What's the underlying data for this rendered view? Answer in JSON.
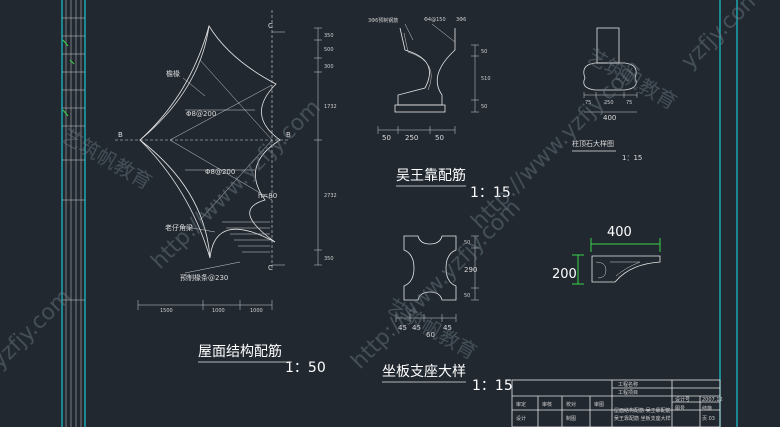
{
  "roof_plan": {
    "title": "屋面结构配筋",
    "scale": "1：50",
    "labels": {
      "gouzhu": "檐椽",
      "lao_zi": "老仔角梁",
      "yushi": "预制椽条@230",
      "rebar1": "Φ8@200",
      "rebar2": "Φ8@200",
      "thickness": "h=80",
      "c_top": "C",
      "c_bot": "C",
      "b_left": "B",
      "b_right": "B"
    },
    "dims_bottom": [
      "1500",
      "1000",
      "1000"
    ],
    "dims_right": [
      "350",
      "500",
      "300",
      "1732",
      "2732",
      "350"
    ]
  },
  "wuwang": {
    "title": "吴王靠配筋",
    "scale": "1：15",
    "labels": {
      "a": "3Φ6预制钢筋",
      "b": "Φ4@150",
      "c": "3Φ6"
    },
    "dims_bottom": [
      "50",
      "250",
      "50"
    ],
    "dims_right": [
      "50",
      "510",
      "50"
    ]
  },
  "plinth": {
    "title": "柱顶石大样图",
    "scale": "1：15",
    "dims_bottom": [
      "75",
      "250",
      "75",
      "400"
    ]
  },
  "seat_support": {
    "title": "坐板支座大样",
    "scale": "1：15",
    "dims_right": [
      "50",
      "290",
      "50"
    ],
    "dims_bottom": [
      "45",
      "45",
      "60",
      "45"
    ]
  },
  "dims_green": {
    "width": "400",
    "height": "200"
  },
  "title_block": {
    "project": "工程名称",
    "item": "工程项目",
    "drawing": "屋面结构配筋 吴王靠配筋",
    "drawing2": "吴王靠配筋 坐板支座大样",
    "design_no": "设计号",
    "date": "2007.12",
    "drawing_no": "图号",
    "sheet": "结施",
    "page": "页 03",
    "checker": "审核",
    "designer": "设计",
    "drafter": "制图",
    "reviewer": "校对",
    "approver": "审定",
    "reviewer2": "审图"
  },
  "watermark": {
    "url1": "http://www.yzfjy.com",
    "url2": "http://www.yzfjy.com",
    "url3": "http://www.yzfjy.com",
    "url4": "yzfjy.com",
    "url5": "yzfjy.com",
    "brand1": "艺筑帆教育",
    "brand2": "艺筑帆教育",
    "brand3": "艺筑帆教育"
  },
  "colors": {
    "background": "#212830",
    "frame": "#19c6d2",
    "dimension_green": "#39d44a"
  }
}
